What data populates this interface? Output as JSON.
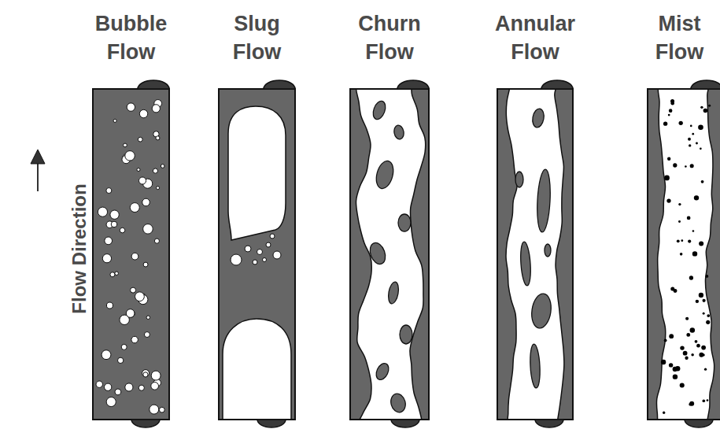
{
  "diagram": {
    "nodes": [
      {
        "text": [
          "Bubble Flow"
        ]
      },
      {
        "text": [
          "Slug Flow"
        ]
      },
      {
        "text": [
          "Churn Flow"
        ]
      },
      {
        "text": [
          "Annular Flow"
        ]
      },
      {
        "text": [
          "Mist Flow"
        ]
      }
    ],
    "labels": [
      "Flow Direction"
    ]
  }
}
